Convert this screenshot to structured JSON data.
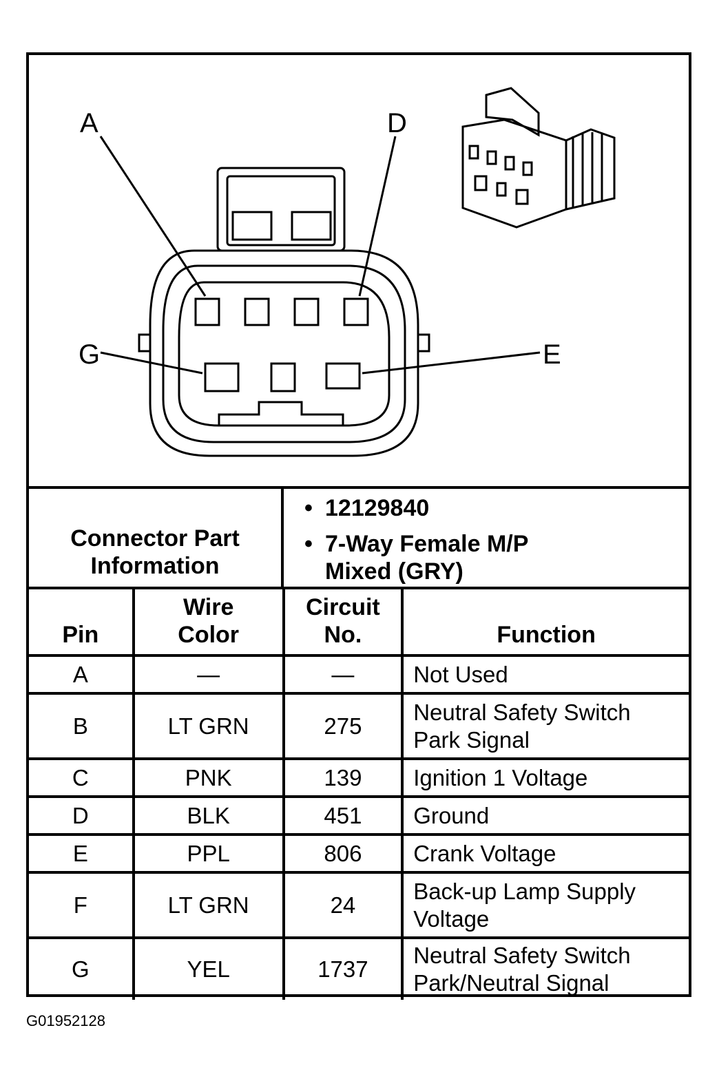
{
  "diagram": {
    "pin_callouts": [
      "A",
      "D",
      "G",
      "E"
    ]
  },
  "connector_info": {
    "label_line1": "Connector Part",
    "label_line2": "Information",
    "part_number": "12129840",
    "description_line1": "7-Way Female M/P",
    "description_line2": "Mixed (GRY)"
  },
  "table": {
    "headers": {
      "pin": "Pin",
      "wire_color_line1": "Wire",
      "wire_color_line2": "Color",
      "circuit_line1": "Circuit",
      "circuit_line2": "No.",
      "function": "Function"
    },
    "rows": [
      {
        "pin": "A",
        "wire": "—",
        "circuit": "—",
        "function_line1": "Not Used",
        "function_line2": ""
      },
      {
        "pin": "B",
        "wire": "LT GRN",
        "circuit": "275",
        "function_line1": "Neutral Safety Switch",
        "function_line2": "Park Signal"
      },
      {
        "pin": "C",
        "wire": "PNK",
        "circuit": "139",
        "function_line1": "Ignition 1 Voltage",
        "function_line2": ""
      },
      {
        "pin": "D",
        "wire": "BLK",
        "circuit": "451",
        "function_line1": "Ground",
        "function_line2": ""
      },
      {
        "pin": "E",
        "wire": "PPL",
        "circuit": "806",
        "function_line1": "Crank Voltage",
        "function_line2": ""
      },
      {
        "pin": "F",
        "wire": "LT GRN",
        "circuit": "24",
        "function_line1": "Back-up Lamp Supply",
        "function_line2": "Voltage"
      },
      {
        "pin": "G",
        "wire": "YEL",
        "circuit": "1737",
        "function_line1": "Neutral Safety Switch",
        "function_line2": "Park/Neutral Signal"
      }
    ]
  },
  "figure_id": "G01952128"
}
